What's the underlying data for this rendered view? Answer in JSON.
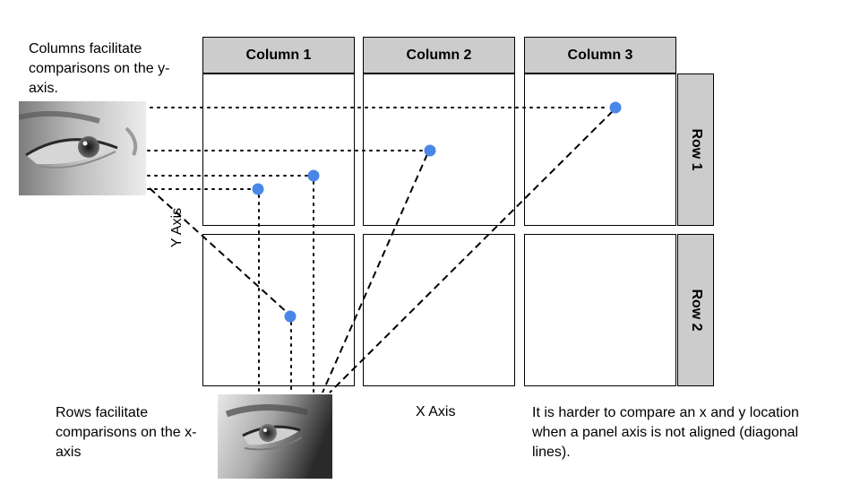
{
  "columns": [
    "Column 1",
    "Column 2",
    "Column 3"
  ],
  "rows": [
    "Row 1",
    "Row 2"
  ],
  "notes": {
    "columns_note": "Columns facilitate comparisons on the y-axis.",
    "rows_note": "Rows facilitate comparisons on the x-axis",
    "harder_note": "It is harder to compare an x and y location when a panel axis is not aligned (diagonal lines)."
  },
  "axis_labels": {
    "x": "X Axis",
    "y": "Y Axis"
  },
  "colors": {
    "point": "#4a86e8",
    "header_fill": "#cccccc",
    "line": "#000000"
  },
  "icons": {
    "top_photo": "eye-looking-right-photo",
    "bottom_photo": "eye-looking-up-photo"
  }
}
